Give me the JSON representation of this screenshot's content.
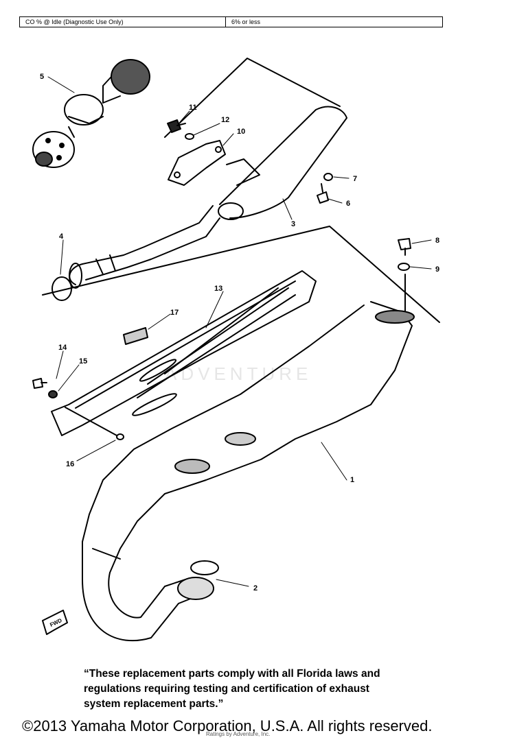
{
  "spec_table": {
    "label": "CO % @ Idle (Diagnostic Use Only)",
    "value": "6% or less"
  },
  "diagram": {
    "callouts": [
      "1",
      "2",
      "3",
      "4",
      "5",
      "6",
      "7",
      "8",
      "9",
      "10",
      "11",
      "12",
      "13",
      "14",
      "15",
      "16",
      "17"
    ],
    "watermark": "ADVENTURE",
    "fwd_arrow": "FWD"
  },
  "footer": {
    "compliance_lines": [
      "“These replacement parts comply with all Florida laws and",
      "regulations requiring testing and certification of exhaust",
      "system replacement parts.”"
    ],
    "copyright": "©2013 Yamaha Motor Corporation, U.S.A. All rights reserved.",
    "credit": "Ratings by Adventure, Inc."
  }
}
